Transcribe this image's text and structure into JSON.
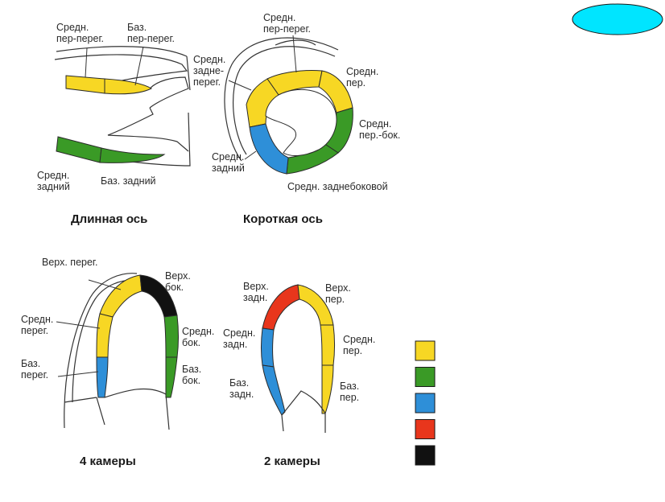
{
  "colors": {
    "yellow": "#f7d724",
    "green": "#3a9a26",
    "blue": "#2e8fd8",
    "red": "#e8361c",
    "black": "#111111",
    "cyan": "#00e5ff"
  },
  "long_axis": {
    "title": "Длинная ось",
    "labels": {
      "mid_anteroseptal": "Средн.|пер-перег.",
      "basal_anteroseptal": "Баз.|пер-перег.",
      "mid_inferior": "Средн.|задний",
      "basal_inferior": "Баз. задний"
    }
  },
  "short_axis": {
    "title": "Короткая ось",
    "labels": {
      "anteroseptal": "Средн.|пер-перег.",
      "inferoseptal": "Средн.|задне-|перег.",
      "anterior": "Средн.|пер.",
      "anterolateral": "Средн.|пер.-бок.",
      "inferior": "Средн.|задний",
      "inferolateral": "Средн. заднебоковой"
    }
  },
  "four_chamber": {
    "title": "4 камеры",
    "labels": {
      "apical_septal": "Верх. перег.",
      "apical_lateral": "Верх.|бок.",
      "mid_septal": "Средн.|перег.",
      "mid_lateral": "Средн.|бок.",
      "basal_septal": "Баз.|перег.",
      "basal_lateral": "Баз.|бок."
    }
  },
  "two_chamber": {
    "title": "2 камеры",
    "labels": {
      "apical_inferior": "Верх.|задн.",
      "apical_anterior": "Верх.|пер.",
      "mid_inferior": "Средн.|задн.",
      "mid_anterior": "Средн.|пер.",
      "basal_inferior": "Баз.|задн.",
      "basal_anterior": "Баз.|пер."
    }
  },
  "legend": {
    "swatches": [
      "yellow",
      "green",
      "blue",
      "red",
      "black"
    ]
  }
}
